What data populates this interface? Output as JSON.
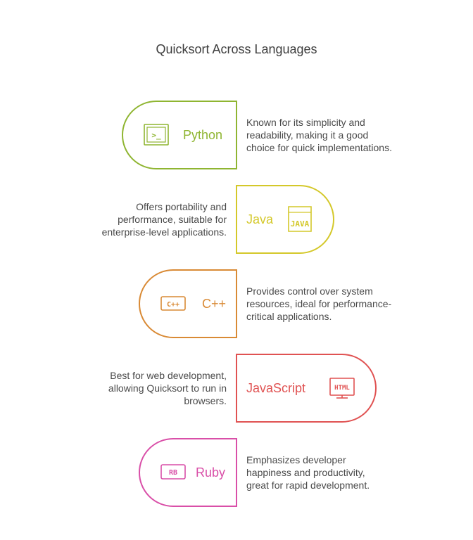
{
  "title": "Quicksort Across Languages",
  "items": [
    {
      "name": "Python",
      "icon": "terminal-icon",
      "icon_text": ">_",
      "color": "#8fb531",
      "description_lines": [
        "Known for its simplicity and",
        "readability, making it a good",
        "choice for quick implementations."
      ]
    },
    {
      "name": "Java",
      "icon": "java-icon",
      "icon_text": "JAVA",
      "color": "#d4c82a",
      "description_lines": [
        "Offers portability and",
        "performance, suitable for",
        "enterprise-level applications."
      ]
    },
    {
      "name": "C++",
      "icon": "cpp-icon",
      "icon_text": "C++",
      "color": "#d98a35",
      "description_lines": [
        "Provides control over system",
        "resources, ideal for performance-",
        "critical applications."
      ]
    },
    {
      "name": "JavaScript",
      "icon": "html-icon",
      "icon_text": "HTML",
      "color": "#e05252",
      "description_lines": [
        "Best for web development,",
        "allowing Quicksort to run in",
        "browsers."
      ]
    },
    {
      "name": "Ruby",
      "icon": "ruby-icon",
      "icon_text": "RB",
      "color": "#d94fa8",
      "description_lines": [
        "Emphasizes developer",
        "happiness and productivity,",
        "great for rapid development."
      ]
    }
  ]
}
